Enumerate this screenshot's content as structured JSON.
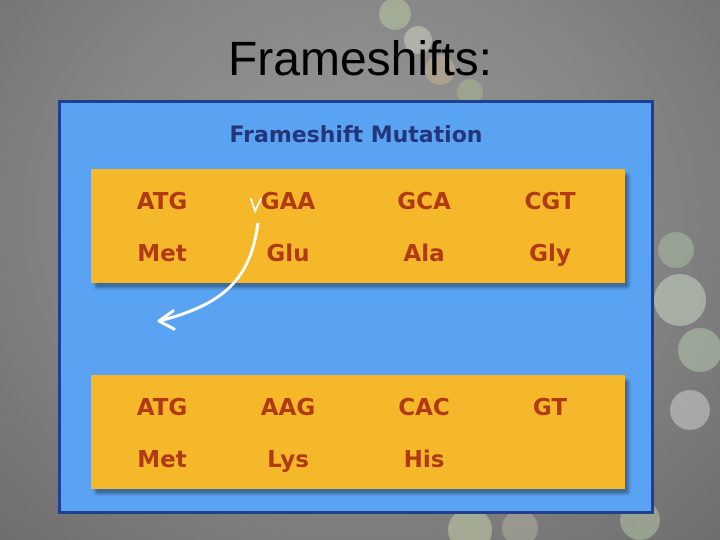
{
  "slide": {
    "title": "Frameshifts:"
  },
  "diagram": {
    "title": "Frameshift Mutation",
    "original": {
      "codons": [
        "ATG",
        "GAA",
        "GCA",
        "CGT"
      ],
      "amino_acids": [
        "Met",
        "Glu",
        "Ala",
        "Gly"
      ]
    },
    "mutated": {
      "codons": [
        "ATG",
        "AAG",
        "CAC",
        "GT"
      ],
      "amino_acids": [
        "Met",
        "Lys",
        "His",
        ""
      ]
    }
  },
  "colors": {
    "panel": "#5aa3f2",
    "row_box": "#f5b82a",
    "text": "#b23a12",
    "panel_title": "#24357a"
  }
}
